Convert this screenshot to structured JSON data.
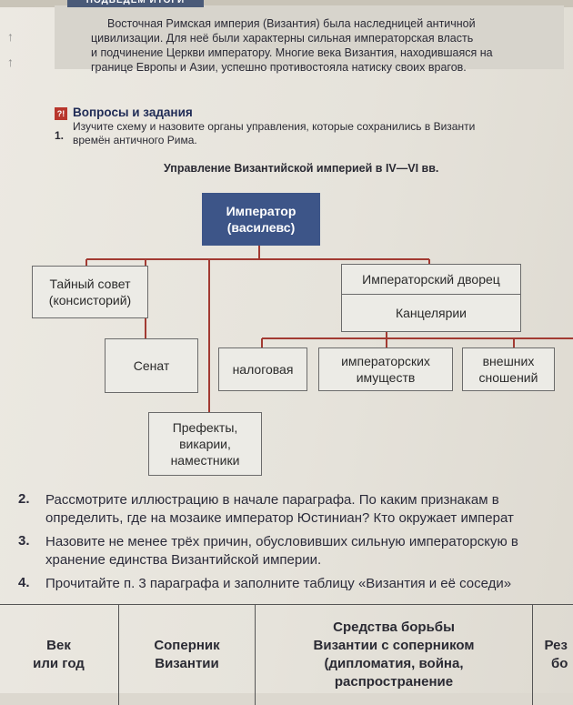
{
  "summary": {
    "tag": "ПОДВЕДЁМ ИТОГИ",
    "lines": [
      "Восточная Римская империя (Византия) была наследницей античной",
      "цивилизации. Для неё были характерны сильная императорская власть",
      "и подчинение Церкви императору. Многие века Византия, находившаяся на",
      "границе Европы и Азии, успешно противостояла натиску своих врагов."
    ]
  },
  "questions_heading": "Вопросы и задания",
  "q1": {
    "num": "1.",
    "line1": "Изучите схему и назовите органы управления, которые сохранились в Византи",
    "line2": "времён античного Рима."
  },
  "scheme": {
    "title": "Управление Византийской империей в IV—VI вв.",
    "emperor": [
      "Император",
      "(василевс)"
    ],
    "secret_council": [
      "Тайный совет",
      "(консисторий)"
    ],
    "senate": "Сенат",
    "prefects": [
      "Префекты,",
      "викарии,",
      "наместники"
    ],
    "palace": "Императорский дворец",
    "chancellery": "Канцелярии",
    "tax": "налоговая",
    "estates": [
      "императорских",
      "имуществ"
    ],
    "foreign": [
      "внешних",
      "сношений"
    ]
  },
  "q2": {
    "num": "2.",
    "line1": "Рассмотрите иллюстрацию в начале параграфа. По каким признакам в",
    "line2": "определить, где на мозаике император Юстиниан? Кто окружает императ"
  },
  "q3": {
    "num": "3.",
    "line1": "Назовите не менее трёх причин, обусловивших сильную императорскую в",
    "line2": "хранение единства Византийской империи."
  },
  "q4": {
    "num": "4.",
    "line1": "Прочитайте п. 3 параграфа и заполните таблицу «Византия и её соседи»"
  },
  "table": {
    "col1": [
      "Век",
      "или год"
    ],
    "col2": [
      "Соперник",
      "Византии"
    ],
    "col3": [
      "Средства борьбы",
      "Византии с соперником",
      "(дипломатия, война,",
      "распространение"
    ],
    "col4": [
      "Рез",
      "бо"
    ]
  },
  "colors": {
    "emperor_box": "#3d5588",
    "connector_lines": "#a23a32",
    "question_icon": "#b8362c"
  }
}
